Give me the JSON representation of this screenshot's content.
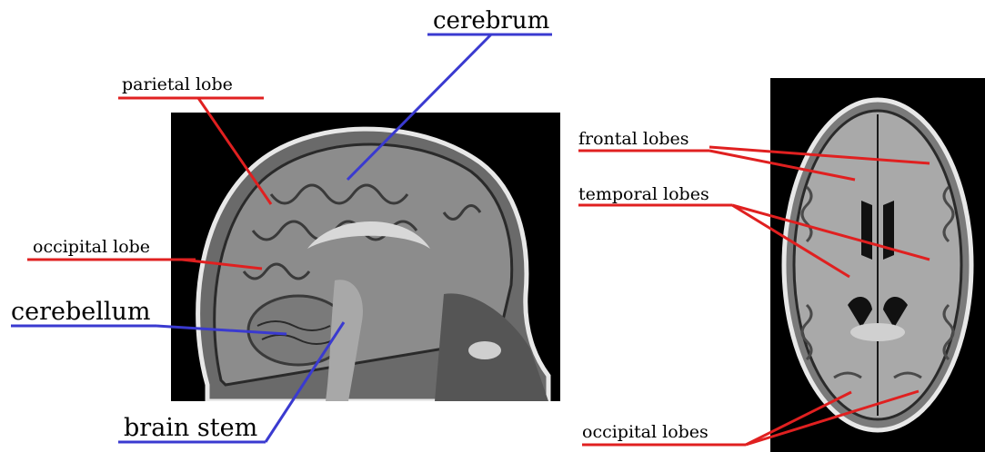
{
  "labels": {
    "cerebrum": "cerebrum",
    "parietal_lobe": "parietal lobe",
    "occipital_lobe": "occipital lobe",
    "cerebellum": "cerebellum",
    "brain_stem": "brain stem",
    "frontal_lobes": "frontal lobes",
    "temporal_lobes": "temporal lobes",
    "occipital_lobes": "occipital lobes"
  },
  "colors": {
    "red_leader": "#e02020",
    "blue_leader": "#3a3ad0",
    "scan_background": "#000000"
  }
}
